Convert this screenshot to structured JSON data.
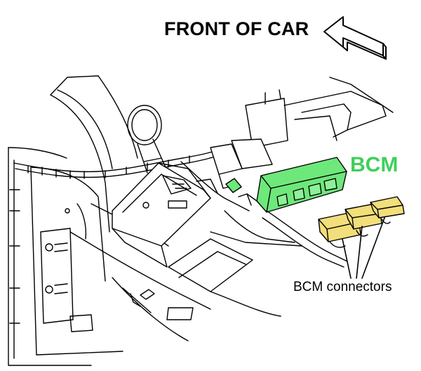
{
  "labels": {
    "front": "FRONT OF CAR",
    "bcm": "BCM",
    "connectors": "BCM connectors"
  },
  "colors": {
    "bcm_highlight": "#6ee87a",
    "bcm_text": "#3fcf5a",
    "connector_fill": "#f2de7a",
    "line": "#000000"
  },
  "icons": {
    "direction_arrow": "arrow-left-icon"
  }
}
